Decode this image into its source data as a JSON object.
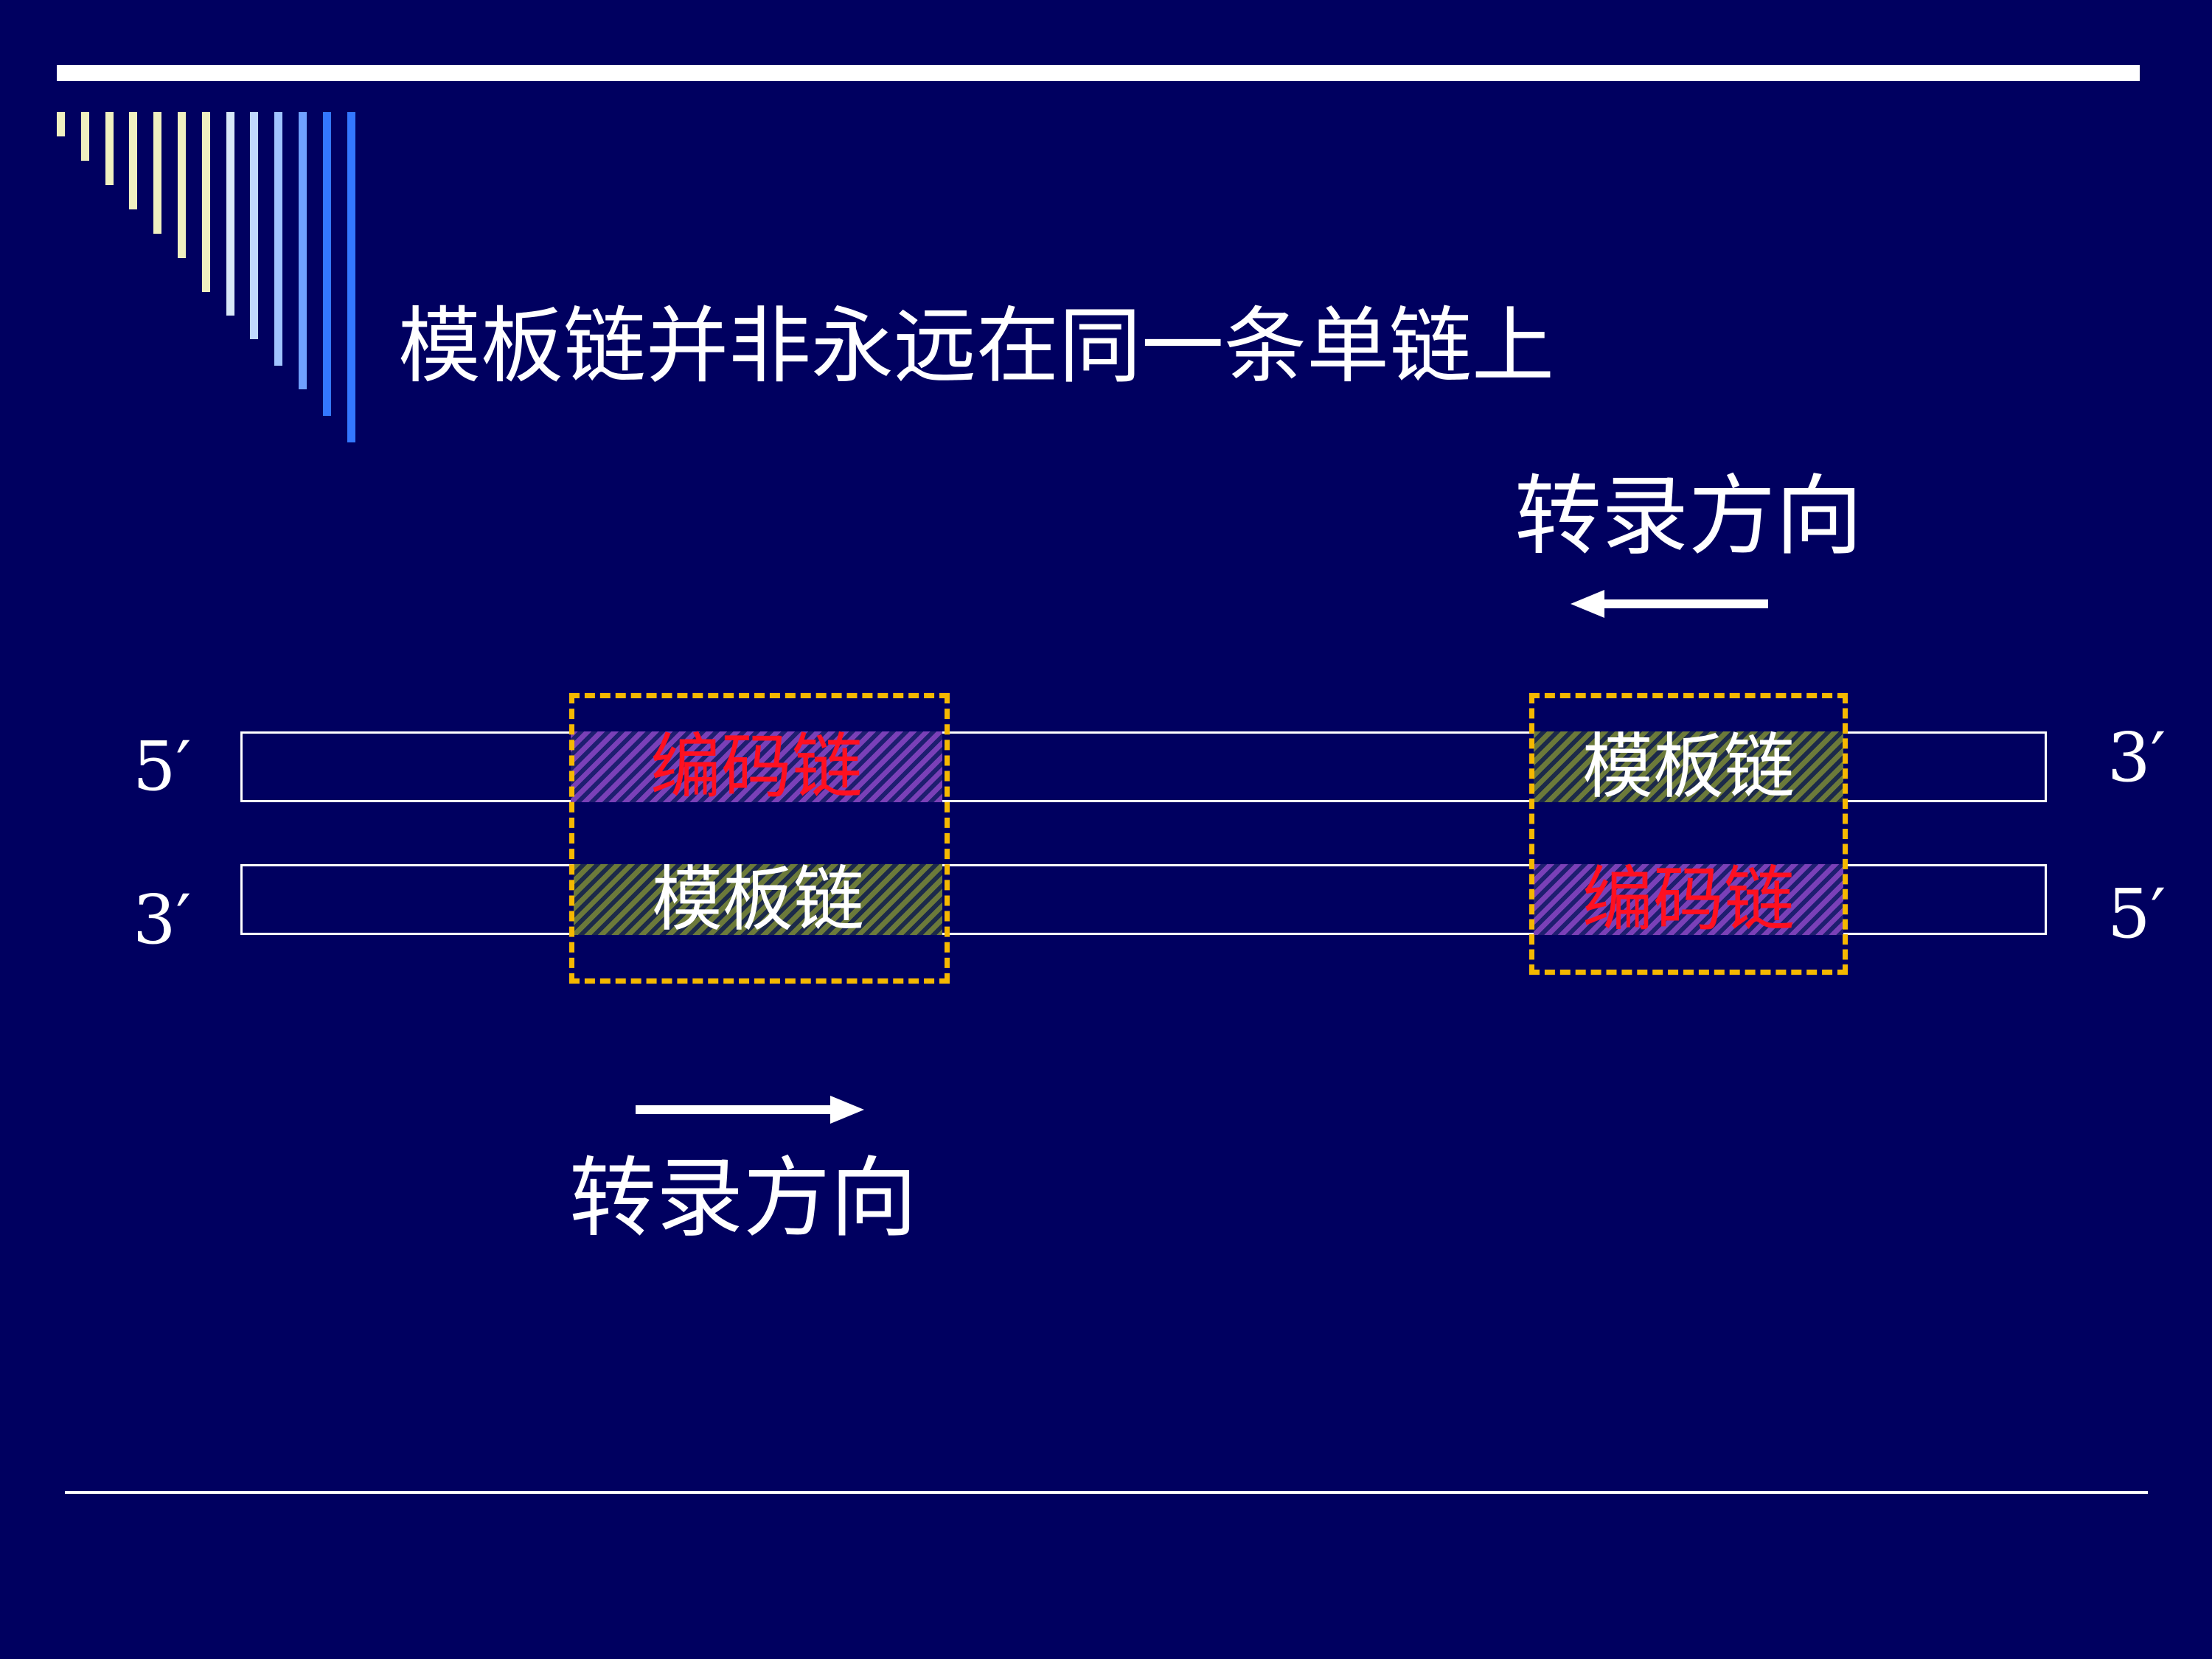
{
  "slide": {
    "title": "模板链并非永远在同一条单链上",
    "colors": {
      "background": "#000060",
      "coding_text": "#ff1020",
      "template_text": "#ffffff",
      "dashed_box": "#f5b800",
      "deco_light": "#f0f0c0",
      "deco_blue": "#3377ff"
    }
  },
  "diagram": {
    "top_direction_label": "转录方向",
    "bottom_direction_label": "转录方向",
    "top_strand": {
      "left_end": "5′",
      "right_end": "3′",
      "left_segment": "编码链",
      "right_segment": "模板链"
    },
    "bottom_strand": {
      "left_end": "3′",
      "right_end": "5′",
      "left_segment": "模板链",
      "right_segment": "编码链"
    }
  }
}
